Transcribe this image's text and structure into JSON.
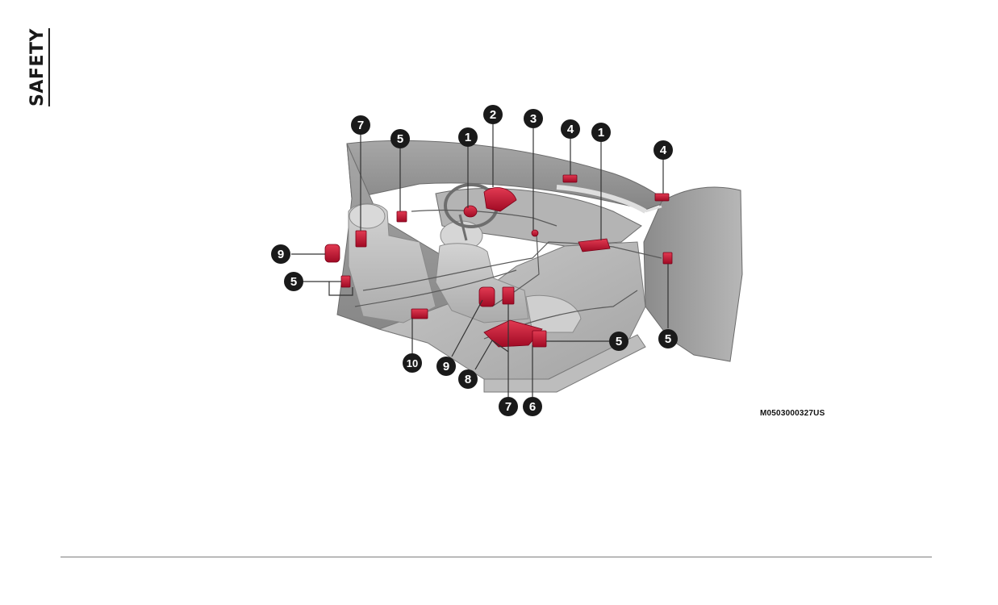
{
  "page": {
    "section_tab": "SAFETY",
    "figure_code": "M0503000327US"
  },
  "callouts": {
    "c1a": "1",
    "c1b": "1",
    "c2": "2",
    "c3": "3",
    "c4a": "4",
    "c4b": "4",
    "c5a": "5",
    "c5b": "5",
    "c5c": "5",
    "c5d": "5",
    "c6": "6",
    "c7a": "7",
    "c7b": "7",
    "c8": "8",
    "c9a": "9",
    "c9b": "9",
    "c10": "10"
  },
  "colors": {
    "component_red": "#c8102e",
    "cabin_gray": "#9b9b9b",
    "callout_black": "#1a1a1a"
  }
}
